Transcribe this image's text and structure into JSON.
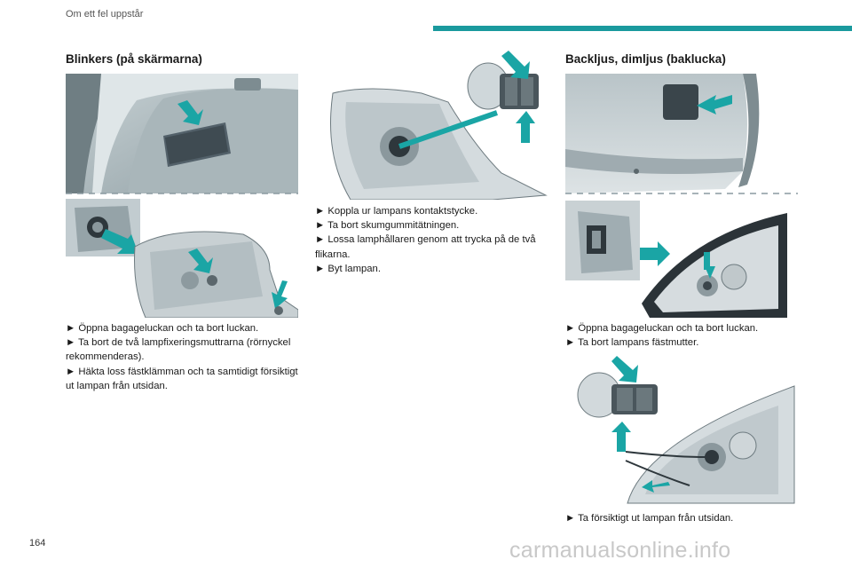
{
  "header": {
    "section": "Om ett fel uppstår",
    "accent_color": "#1a9a9e"
  },
  "columns": [
    {
      "title": "Blinkers (på skärmarna)",
      "steps": [
        "► Öppna bagageluckan och ta bort luckan.",
        "► Ta bort de två lampfixeringsmuttrarna (rörnyckel rekommenderas).",
        "► Häkta loss fästklämman och ta samtidigt försiktigt ut lampan från utsidan."
      ]
    },
    {
      "title": "",
      "steps": [
        "► Koppla ur lampans kontaktstycke.",
        "► Ta bort skumgummitätningen.",
        "► Lossa lamphållaren genom att trycka på de två flikarna.",
        "► Byt lampan."
      ]
    },
    {
      "title": "Backljus, dimljus (baklucka)",
      "steps": [
        "► Öppna bagageluckan och ta bort luckan.",
        "► Ta bort lampans fästmutter."
      ],
      "steps2": [
        "► Ta försiktigt ut lampan från utsidan."
      ]
    }
  ],
  "footer": {
    "page_number": "164",
    "watermark": "carmanualsonline.info"
  }
}
